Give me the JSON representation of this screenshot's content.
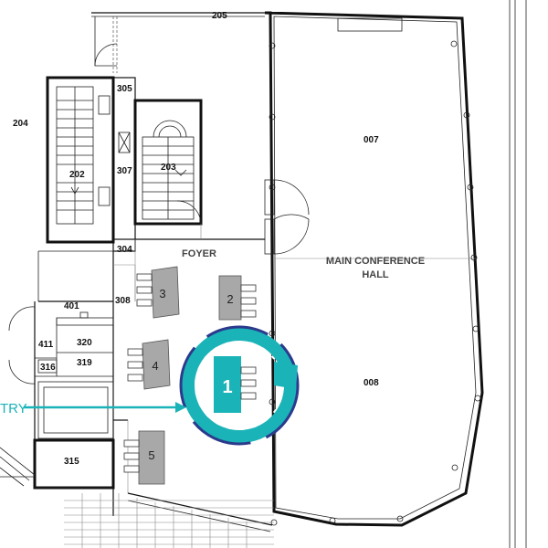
{
  "areas": {
    "main_hall": "MAIN CONFERENCE",
    "main_hall_line2": "HALL",
    "foyer": "FOYER",
    "entry": "TRY"
  },
  "rooms": {
    "r204": "204",
    "r205": "205",
    "r305": "305",
    "r202": "202",
    "r307": "307",
    "r203": "203",
    "r304": "304",
    "r308": "308",
    "r401": "401",
    "r411": "411",
    "r320": "320",
    "r316": "316",
    "r319": "319",
    "r315": "315",
    "r007": "007",
    "r008": "008"
  },
  "tables": {
    "t1": "1",
    "t2": "2",
    "t3": "3",
    "t4": "4",
    "t5": "5"
  },
  "colors": {
    "accent_teal": "#1ab3b8",
    "accent_navy": "#2b3a8c",
    "table_gray": "#a8a8a8",
    "wall": "#111111"
  },
  "icons": {
    "stairs_1": "stairs-icon",
    "stairs_2": "stairs-icon",
    "highlight": "highlight-ring-icon",
    "entry_arrow": "arrow-right-icon"
  }
}
